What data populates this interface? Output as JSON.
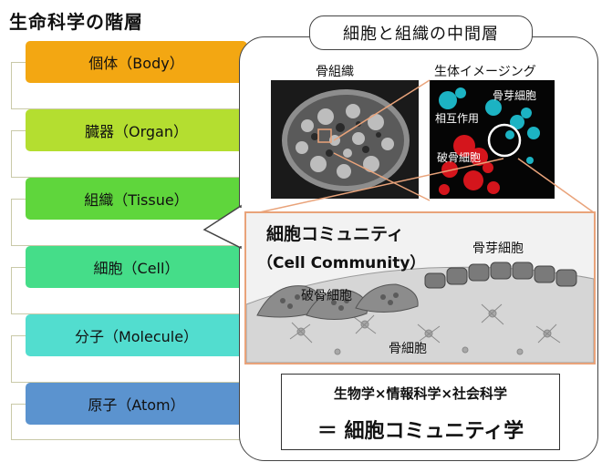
{
  "title": "生命科学の階層",
  "levels": [
    {
      "label": "個体（Body）",
      "color": "#f3a712"
    },
    {
      "label": "臓器（Organ）",
      "color": "#b4de30"
    },
    {
      "label": "組織（Tissue）",
      "color": "#5fd63c"
    },
    {
      "label": "細胞（Cell）",
      "color": "#45dd89"
    },
    {
      "label": "分子（Molecule）",
      "color": "#52ddcf"
    },
    {
      "label": "原子（Atom）",
      "color": "#5b93cf"
    }
  ],
  "zoom_panel": {
    "title": "細胞と組織の中間層",
    "bone_tissue_label": "骨組織",
    "bioimaging_label": "生体イメージング",
    "bioimaging_annotations": {
      "osteoblast": "骨芽細胞",
      "interaction": "相互作用",
      "osteoclast": "破骨細胞"
    },
    "community": {
      "title_jp": "細胞コミュニティ",
      "title_en": "（Cell Community）",
      "osteoblast": "骨芽細胞",
      "osteoclast": "破骨細胞",
      "osteocyte": "骨細胞"
    },
    "formula": {
      "line1": "生物学×情報科学×社会科学",
      "line2": "＝ 細胞コミュニティ学"
    }
  },
  "colors": {
    "bracket_line": "#c9c9a8",
    "callout_line": "#e9a37a",
    "cyan_cells": "#1fc6d8",
    "red_cells": "#e0161e"
  }
}
